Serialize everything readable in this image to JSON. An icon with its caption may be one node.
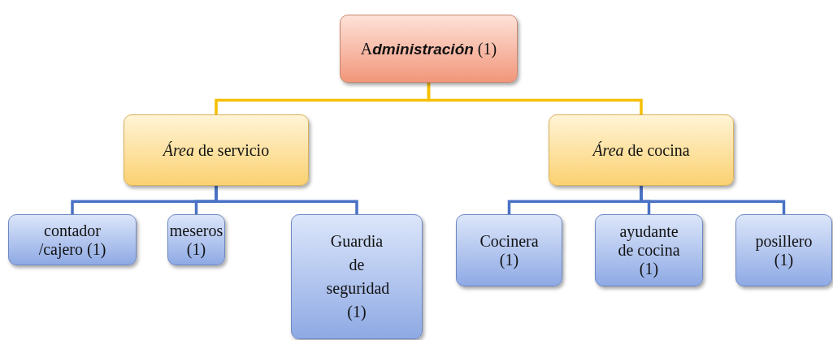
{
  "diagram": {
    "nodes": [
      {
        "text": [
          "A**dministración** (1)"
        ]
      },
      {
        "text": [
          "*Área*  de servicio"
        ]
      },
      {
        "text": [
          "*Área*  de cocina"
        ]
      },
      {
        "text": [
          "contador /cajero (1)"
        ]
      },
      {
        "text": [
          "meseros (1)"
        ]
      },
      {
        "text": [
          "Guardia de seguridad (1)"
        ]
      },
      {
        "text": [
          "Cocinera (1)"
        ]
      },
      {
        "text": [
          "ayudante de cocina (1)"
        ]
      },
      {
        "text": [
          "posillero (1)"
        ]
      }
    ],
    "edges": [
      {
        "from": 0,
        "to": 1,
        "arrow": "none",
        "color": "#f5c000"
      },
      {
        "from": 0,
        "to": 2,
        "arrow": "none",
        "color": "#f5c000"
      },
      {
        "from": 1,
        "to": 3,
        "arrow": "none"
      },
      {
        "from": 1,
        "to": 4,
        "arrow": "none"
      },
      {
        "from": 1,
        "to": 5,
        "arrow": "none"
      },
      {
        "from": 2,
        "to": 6,
        "arrow": "none"
      },
      {
        "from": 2,
        "to": 7,
        "arrow": "none"
      },
      {
        "from": 2,
        "to": 8,
        "arrow": "none"
      }
    ]
  }
}
